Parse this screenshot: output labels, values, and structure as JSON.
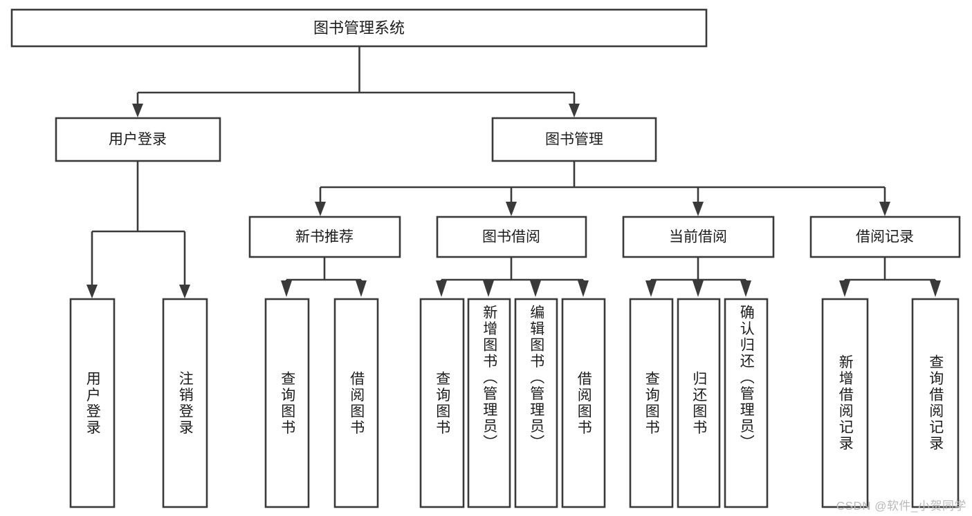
{
  "diagram": {
    "type": "tree",
    "title": "图书管理系统",
    "style": {
      "background": "#ffffff",
      "box_fill": "#ffffff",
      "stroke": "#3a3a3a",
      "text": "#1c1c1c",
      "watermark_color": "#b9b9b9"
    },
    "root": {
      "label": "图书管理系统"
    },
    "level2": [
      {
        "label": "用户登录"
      },
      {
        "label": "图书管理"
      }
    ],
    "level3": [
      {
        "label": "新书推荐"
      },
      {
        "label": "图书借阅"
      },
      {
        "label": "当前借阅"
      },
      {
        "label": "借阅记录"
      }
    ],
    "leaves": {
      "user_login": [
        {
          "label": "用户登录"
        },
        {
          "label": "注销登录"
        }
      ],
      "new_book": [
        {
          "label": "查询图书"
        },
        {
          "label": "借阅图书"
        }
      ],
      "book_borrow": [
        {
          "label": "查询图书"
        },
        {
          "label": "新增图书（管理员）"
        },
        {
          "label": "编辑图书（管理员）"
        },
        {
          "label": "借阅图书"
        }
      ],
      "current_borrow": [
        {
          "label": "查询图书"
        },
        {
          "label": "归还图书"
        },
        {
          "label": "确认归还（管理员）"
        }
      ],
      "borrow_record": [
        {
          "label": "新增借阅记录"
        },
        {
          "label": "查询借阅记录"
        }
      ]
    }
  },
  "watermark": {
    "text": "CSDN @软件_小贺同学"
  }
}
